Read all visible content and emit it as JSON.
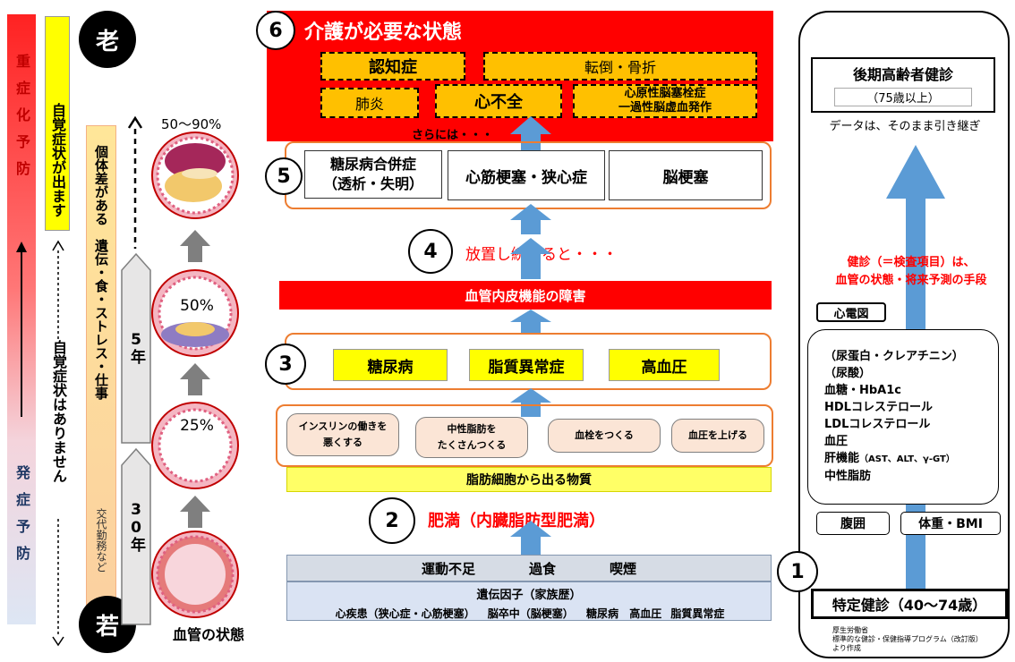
{
  "left_bar": {
    "top_label": "重症化予防",
    "bottom_label": "発症予防"
  },
  "symptoms": {
    "appear": "自覚症状が出ます",
    "none": "自覚症状はありません"
  },
  "age": {
    "old": "老",
    "young": "若"
  },
  "individual": {
    "main": "個体差がある　遺伝・食・ストレス・仕事",
    "small": "交代勤務など"
  },
  "years": {
    "five": "5年",
    "thirty": "30年"
  },
  "vessel": {
    "pct_top": "50〜90%",
    "pct_50": "50%",
    "pct_25": "25%",
    "caption": "血管の状態"
  },
  "stage6": {
    "num": "6",
    "title": "介護が必要な状態",
    "items": [
      "認知症",
      "転倒・骨折",
      "肺炎",
      "心不全",
      "心原性脳塞栓症\n一過性脳虚血発作"
    ]
  },
  "stage5": {
    "num": "5",
    "lead": "さらには・・・",
    "items": [
      "糖尿病合併症\n（透析・失明）",
      "心筋梗塞・狭心症",
      "脳梗塞"
    ]
  },
  "stage4": {
    "num": "4",
    "text": "放置し続けると・・・"
  },
  "endothelium": "血管内皮機能の障害",
  "stage3": {
    "num": "3",
    "items": [
      "糖尿病",
      "脂質異常症",
      "高血圧"
    ]
  },
  "substances": {
    "items": [
      "インスリンの働きを\n悪くする",
      "中性脂肪を\nたくさんつくる",
      "血栓をつくる",
      "血圧を上げる"
    ],
    "label": "脂肪細胞から出る物質"
  },
  "stage2": {
    "num": "2",
    "text": "肥満（内臓脂肪型肥満）"
  },
  "lifestyle": {
    "items": [
      "運動不足",
      "過食",
      "喫煙"
    ],
    "genetic_title": "遺伝因子（家族歴）",
    "genetic_items": [
      "心疾患（狭心症・心筋梗塞）",
      "脳卒中（脳梗塞）",
      "糖尿病",
      "高血圧",
      "脂質異常症"
    ]
  },
  "right_panel": {
    "elderly_title": "後期高齢者健診",
    "elderly_age": "（75歳以上）",
    "carryover": "データは、そのまま引き継ぎ",
    "red_note": "健診（＝検査項目）は、\n血管の状態・将来予測の手段",
    "ecg": "心電図",
    "tests": [
      "（尿蛋白・クレアチニン）",
      "（尿酸）",
      "血糖・HbA1c",
      "HDLコレステロール",
      "LDLコレステロール",
      "血圧",
      "肝機能",
      "中性脂肪"
    ],
    "liver_sub": "（AST、ALT、γ-GT）",
    "waist": "腹囲",
    "weight": "体重・BMI",
    "stage1_num": "1",
    "specific": "特定健診（40〜74歳）",
    "source": "厚生労働省\n標準的な健診・保健指導プログラム（改訂版）\nより作成"
  },
  "colors": {
    "red": "#ff0000",
    "blue": "#5b9bd5",
    "orange": "#ed7d31",
    "yellow": "#ffff00",
    "gold": "#ffc000"
  }
}
